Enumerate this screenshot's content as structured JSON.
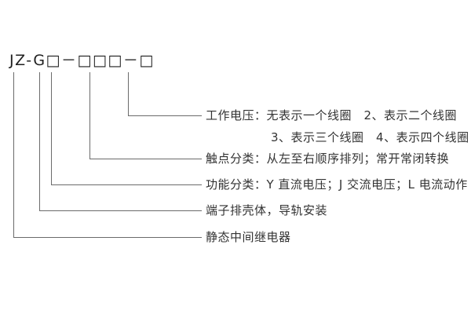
{
  "model": {
    "code": "JZ-G□－□□□－□"
  },
  "labels": {
    "working_voltage_line1": "工作电压：无表示一个线圈　2、表示二个线圈",
    "working_voltage_line2": "3、表示三个线圈　4、表示四个线圈",
    "contact_class": "触点分类：从左至右顺序排列；常开常闭转换",
    "function_class": "功能分类：Y 直流电压；J 交流电压；L 电流动作",
    "housing": "端子排壳体，导轨安装",
    "product": "静态中间继电器"
  },
  "colors": {
    "line": "#6b6b6b",
    "text": "#333333",
    "background": "#ffffff"
  }
}
